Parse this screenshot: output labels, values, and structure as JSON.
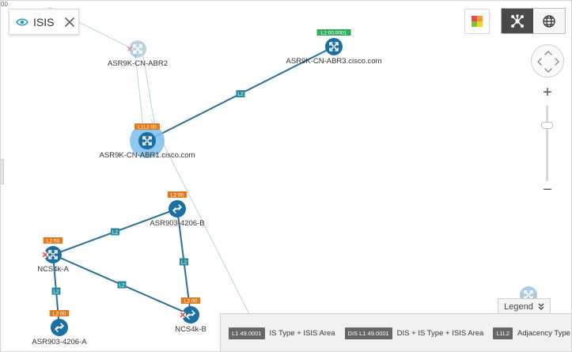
{
  "filter": {
    "label": "ISIS",
    "icon": "eye-icon",
    "close_icon": "close-icon"
  },
  "edge_stub": "00",
  "controls": {
    "heatmap_icon": "heatmap-icon",
    "view_toggle": [
      {
        "name": "topology-view",
        "icon": "topology-icon",
        "active": true
      },
      {
        "name": "geo-view",
        "icon": "globe-icon",
        "active": false
      }
    ],
    "zoom_in": "+",
    "zoom_out": "−",
    "zoom_level": 0.73
  },
  "nodes": [
    {
      "id": "abr2",
      "label": "ASR9K-CN-ABR2",
      "badge": "",
      "status": "down",
      "faded": true
    },
    {
      "id": "abr3",
      "label": "ASR9K-CN-ABR3.cisco.com",
      "badge": "L2 00.0001",
      "badge_color": "#2eae5b",
      "status": "ok"
    },
    {
      "id": "abr1",
      "label": "ASR9K-CN-ABR1.cisco.com",
      "badge": "L1L2 00",
      "badge_color": "#e07b1f",
      "status": "ok",
      "selected": true
    },
    {
      "id": "asr903b",
      "label": "ASR903-4206-B",
      "badge": "L2 00",
      "badge_color": "#e07b1f",
      "status": "ok"
    },
    {
      "id": "ncs4ka",
      "label": "NCS4k-A",
      "badge": "L2 00",
      "badge_color": "#e07b1f",
      "status": "down"
    },
    {
      "id": "ncs4kb",
      "label": "NCS4k-B",
      "badge": "L2 00",
      "badge_color": "#e07b1f",
      "status": "down"
    },
    {
      "id": "asr903a",
      "label": "ASR903-4206-A",
      "badge": "L2 00",
      "badge_color": "#e07b1f",
      "status": "ok"
    }
  ],
  "links": [
    {
      "from": "abr1",
      "to": "abr3",
      "label": "L2"
    },
    {
      "from": "asr903b",
      "to": "ncs4ka",
      "label": "L2"
    },
    {
      "from": "asr903b",
      "to": "ncs4kb",
      "label": "L2"
    },
    {
      "from": "ncs4ka",
      "to": "ncs4kb",
      "label": "L2"
    },
    {
      "from": "ncs4ka",
      "to": "asr903a",
      "label": "L2"
    }
  ],
  "legend": {
    "toggle_label": "Legend",
    "items": [
      {
        "badge": "L1 49.0001",
        "text": "IS Type + ISIS Area"
      },
      {
        "badge": "DIS L1 49.0001",
        "text": "DIS + IS Type + ISIS Area"
      },
      {
        "badge": "L1L2",
        "text": "Adjacency Type"
      }
    ]
  },
  "colors": {
    "node": "#1c6fa3",
    "link": "#2a6f9e",
    "link_badge": "#2a8ca0",
    "status_down": "#d9534f",
    "selection_halo": "#7cc0ea"
  }
}
